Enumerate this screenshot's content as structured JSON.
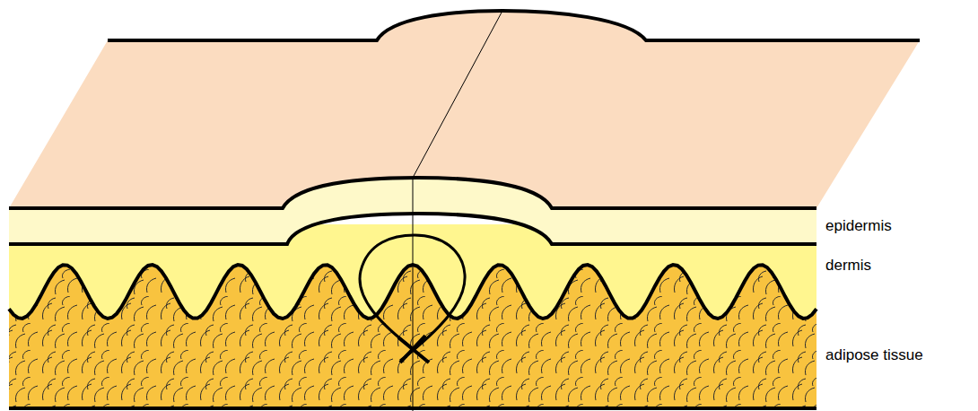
{
  "diagram": {
    "labels": [
      "epidermis",
      "dermis",
      "adipose tissue"
    ]
  }
}
